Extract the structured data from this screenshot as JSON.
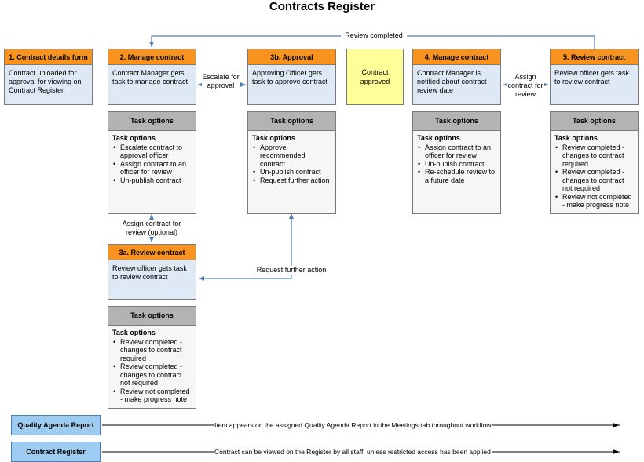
{
  "title": "Contracts Register",
  "stages": {
    "s1": {
      "header": "1. Contract details form",
      "text": "Contract uploaded for approval for viewing on Contract Register"
    },
    "s2": {
      "header": "2. Manage contract",
      "text": "Contract Manager gets task to manage contract"
    },
    "s3b": {
      "header": "3b. Approval",
      "text": "Approving Officer gets task to approve contract"
    },
    "approved": {
      "text": "Contract approved"
    },
    "s4": {
      "header": "4. Manage contract",
      "text": "Contract Manager is notified about contract review date"
    },
    "s5": {
      "header": "5. Review contract",
      "text": "Review officer gets task to review contract"
    },
    "s3a": {
      "header": "3a. Review contract",
      "text": "Review officer gets task to review contract"
    }
  },
  "task_options": {
    "header": "Task options",
    "title": "Task options",
    "s2": [
      "Escalate contract to approval officer",
      "Assign contract to an officer for review",
      "Un-publish contract"
    ],
    "s3b": [
      "Approve recommended contract",
      "Un-publish contract",
      "Request further action"
    ],
    "s4": [
      "Assign contract to an officer for  review",
      "Un-pubish contract",
      "Re-schedule review to a future date"
    ],
    "s5": [
      "Review completed - changes to contract required",
      "Review completed - changes to contract not required",
      "Review not completed - make progress note"
    ],
    "s3a": [
      "Review completed - changes to contract required",
      "Review completed - changes to contract not required",
      "Review not completed - make progress note"
    ]
  },
  "labels": {
    "review_completed": "Review completed",
    "escalate": "Escalate for approval",
    "assign_review": "Assign contract for review",
    "assign_optional": "Assign contract for review (optional)",
    "request_further": "Request further action"
  },
  "rows": {
    "qar": {
      "label": "Quality Agenda Report",
      "text": "Item appears on the assigned Quality Agenda Report in the Meetings tab throughout workflow"
    },
    "cr": {
      "label": "Contract Register",
      "text": "Contract can be viewed on the Register by all staff, unless restricted access has been applied"
    }
  },
  "colors": {
    "stage_header": "#f7931e",
    "stage_body": "#dfe8f5",
    "approved": "#ffff99",
    "task_header": "#b3b3b3",
    "connector": "#4f81bd",
    "row_label": "#9ecbf0"
  }
}
